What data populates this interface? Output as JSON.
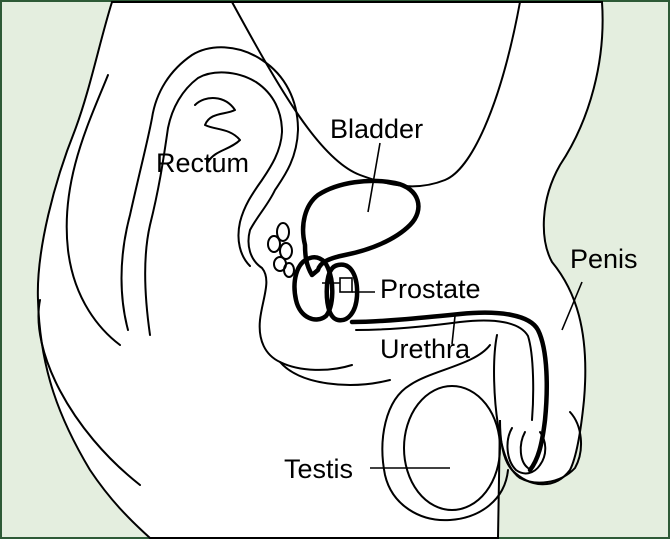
{
  "labels": {
    "bladder": "Bladder",
    "rectum": "Rectum",
    "prostate": "Prostate",
    "penis": "Penis",
    "urethra": "Urethra",
    "testis": "Testis"
  },
  "colors": {
    "background": "#e4eedf",
    "border": "#2d5a36",
    "body_fill": "#ffffff",
    "outline": "#000000"
  }
}
